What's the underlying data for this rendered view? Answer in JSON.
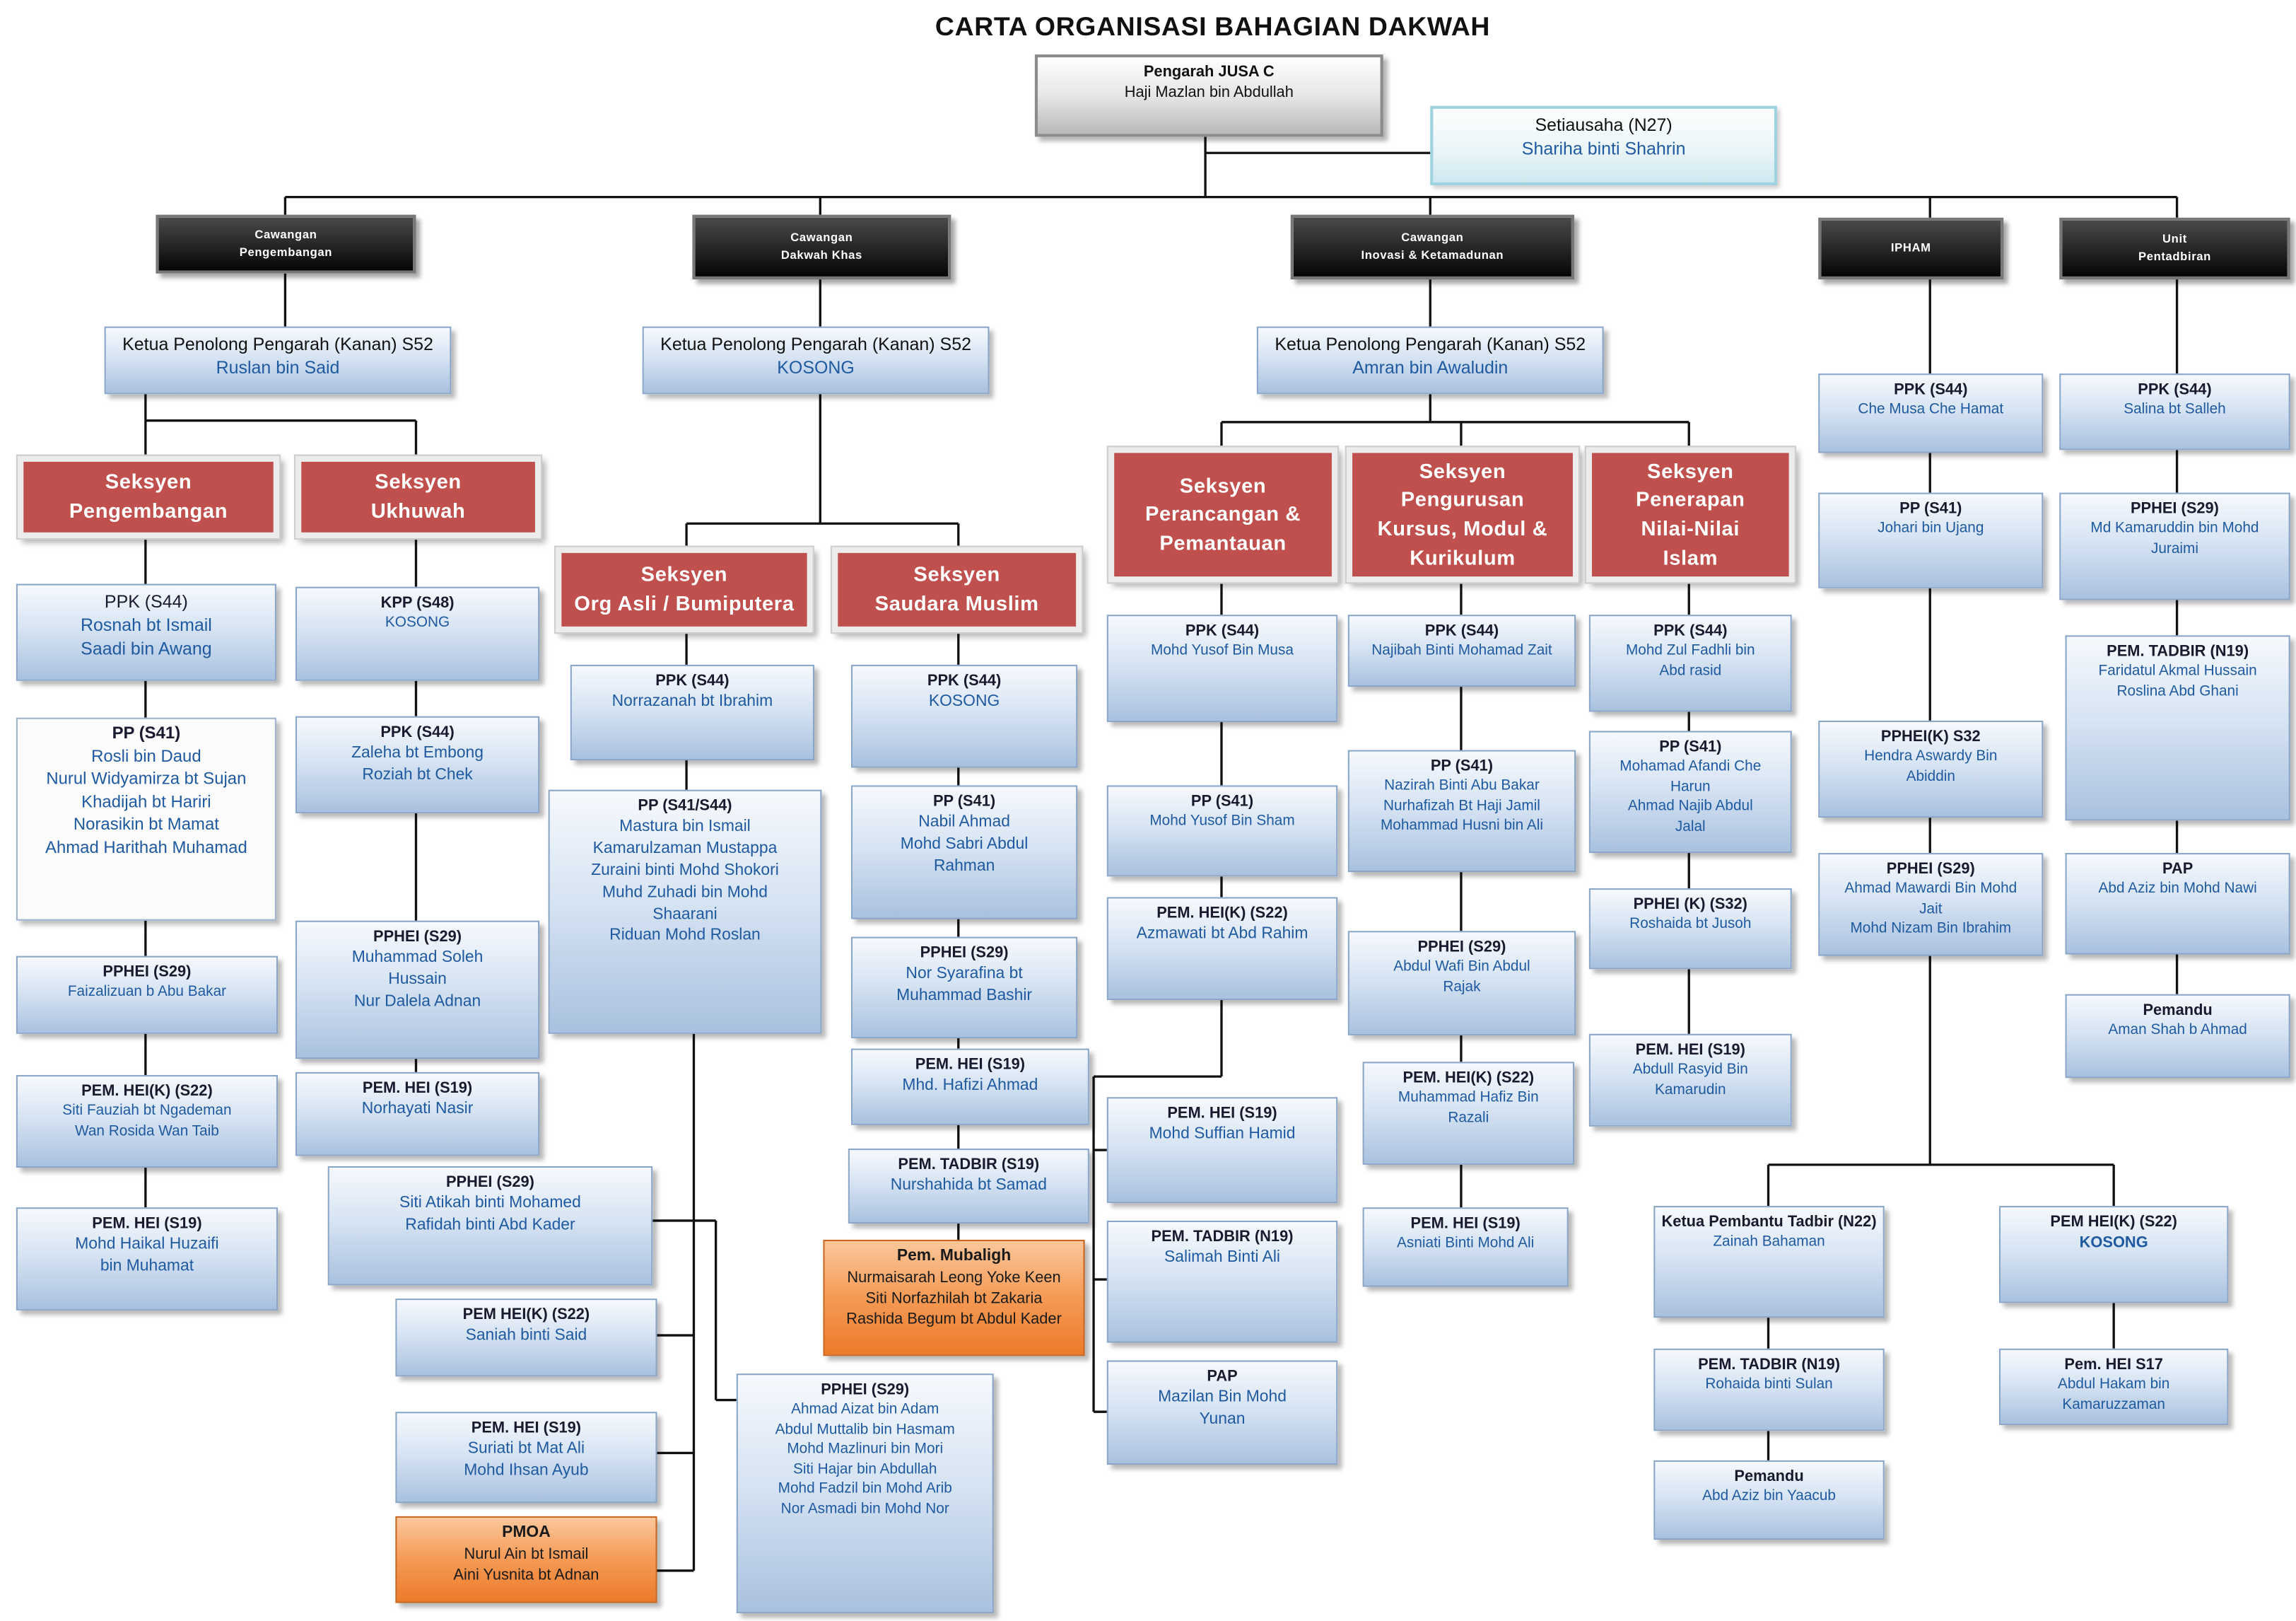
{
  "title": "CARTA ORGANISASI BAHAGIAN DAKWAH",
  "boxes": {
    "pengarah": {
      "title": "Pengarah JUSA C",
      "lines": [
        "Haji Mazlan bin Abdullah"
      ]
    },
    "setiausaha": {
      "title": "Setiausaha (N27)",
      "lines": [
        "Shariha  binti  Shahrin"
      ]
    },
    "cw_pengembangan": {
      "lines": [
        "Cawangan",
        "Pengembangan"
      ]
    },
    "cw_dakwah_khas": {
      "lines": [
        "Cawangan",
        "Dakwah Khas"
      ]
    },
    "cw_inovasi": {
      "lines": [
        "Cawangan",
        "Inovasi & Ketamadunan"
      ]
    },
    "ipham": {
      "lines": [
        "IPHAM"
      ]
    },
    "unit_pentadbiran": {
      "lines": [
        "Unit",
        "Pentadbiran"
      ]
    },
    "kpp_1": {
      "title": "Ketua Penolong Pengarah (Kanan) S52",
      "lines": [
        "Ruslan bin Said"
      ]
    },
    "kpp_2": {
      "title": "Ketua Penolong Pengarah (Kanan) S52",
      "lines": [
        "KOSONG"
      ]
    },
    "kpp_3": {
      "title": "Ketua Penolong Pengarah (Kanan) S52",
      "lines": [
        "Amran  bin Awaludin"
      ]
    },
    "sek_pengembangan": {
      "lines": [
        "Seksyen",
        "Pengembangan"
      ]
    },
    "sek_ukhuwah": {
      "lines": [
        "Seksyen",
        "Ukhuwah"
      ]
    },
    "sek_org_asli": {
      "lines": [
        "Seksyen",
        "Org Asli / Bumiputera"
      ]
    },
    "sek_saudara": {
      "lines": [
        "Seksyen",
        "Saudara Muslim"
      ]
    },
    "sek_perancangan": {
      "lines": [
        "Seksyen",
        "Perancangan &",
        "Pemantauan"
      ]
    },
    "sek_pengurusan": {
      "lines": [
        "Seksyen",
        "Pengurusan",
        "Kursus, Modul &",
        "Kurikulum"
      ]
    },
    "sek_penerapan": {
      "lines": [
        "Seksyen",
        "Penerapan",
        "Nilai-Nilai",
        "Islam"
      ]
    },
    "p1_ppk": {
      "title": "PPK (S44)",
      "lines": [
        "Rosnah  bt Ismail",
        "Saadi bin Awang"
      ]
    },
    "p1_pp": {
      "title": "PP (S41)",
      "lines": [
        "Rosli bin Daud",
        "Nurul  Widyamirza  bt Sujan",
        "Khadijah bt Hariri",
        "Norasikin bt Mamat",
        "Ahmad Harithah  Muhamad"
      ]
    },
    "p1_pphei": {
      "title": "PPHEI (S29)",
      "lines": [
        "Faizalizuan b Abu Bakar"
      ]
    },
    "p1_pemheik": {
      "title": "PEM. HEI(K) (S22)",
      "lines": [
        "Siti Fauziah bt Ngademan",
        "Wan Rosida Wan Taib"
      ]
    },
    "p1_pemhei": {
      "title": "PEM. HEI (S19)",
      "lines": [
        "Mohd  Haikal  Huzaifi",
        "bin Muhamat"
      ]
    },
    "u_kpp": {
      "title": "KPP (S48)",
      "lines": [
        "KOSONG"
      ]
    },
    "u_ppk": {
      "title": "PPK (S44)",
      "lines": [
        "Zaleha bt Embong",
        "Roziah  bt Chek"
      ]
    },
    "u_pphei": {
      "title": "PPHEI (S29)",
      "lines": [
        "Muhammad  Soleh",
        "Hussain",
        "Nur Dalela  Adnan"
      ]
    },
    "u_pemhei": {
      "title": "PEM. HEI (S19)",
      "lines": [
        "Norhayati  Nasir"
      ]
    },
    "dk_pphei": {
      "title": "PPHEI (S29)",
      "lines": [
        "Siti Atikah binti Mohamed",
        "Rafidah  binti Abd Kader"
      ]
    },
    "dk_pemheik": {
      "title": "PEM HEI(K)  (S22)",
      "lines": [
        "Saniah binti Said"
      ]
    },
    "dk_pemhei": {
      "title": "PEM. HEI (S19)",
      "lines": [
        "Suriati  bt Mat  Ali",
        "Mohd  Ihsan  Ayub"
      ]
    },
    "dk_pmoa": {
      "title": "PMOA",
      "lines": [
        "Nurul Ain bt Ismail",
        "Aini Yusnita bt Adnan"
      ]
    },
    "oa_ppk": {
      "title": "PPK (S44)",
      "lines": [
        "Norrazanah  bt Ibrahim"
      ]
    },
    "oa_pp": {
      "title": "PP (S41/S44)",
      "lines": [
        "Mastura  bin Ismail",
        "Kamarulzaman  Mustappa",
        "Zuraini binti Mohd Shokori",
        "Muhd Zuhadi bin Mohd",
        "Shaarani",
        "Riduan Mohd  Roslan"
      ]
    },
    "oa_pphei": {
      "title": "PPHEI (S29)",
      "lines": [
        "Ahmad Aizat bin Adam",
        "Abdul Muttalib bin Hasmam",
        "Mohd Mazlinuri bin Mori",
        "Siti Hajar bin Abdullah",
        "Mohd Fadzil bin Mohd Arib",
        "Nor Asmadi bin Mohd Nor"
      ]
    },
    "sm_ppk": {
      "title": "PPK (S44)",
      "lines": [
        "KOSONG"
      ]
    },
    "sm_pp": {
      "title": "PP (S41)",
      "lines": [
        "Nabil  Ahmad",
        "Mohd  Sabri  Abdul",
        "Rahman"
      ]
    },
    "sm_pphei": {
      "title": "PPHEI (S29)",
      "lines": [
        "Nor Syarafina  bt",
        "Muhammad  Bashir"
      ]
    },
    "sm_pemhei": {
      "title": "PEM. HEI (S19)",
      "lines": [
        "Mhd.  Hafizi Ahmad"
      ]
    },
    "sm_pemtadbir": {
      "title": "PEM. TADBIR (S19)",
      "lines": [
        "Nurshahida  bt Samad"
      ]
    },
    "sm_mubaligh": {
      "title": "Pem. Mubaligh",
      "lines": [
        "Nurmaisarah Leong Yoke Keen",
        "Siti Norfazhilah bt Zakaria",
        "Rashida Begum bt Abdul Kader"
      ]
    },
    "pp_ppk": {
      "title": "PPK (S44)",
      "lines": [
        "Mohd Yusof Bin Musa"
      ]
    },
    "pp_pp": {
      "title": "PP (S41)",
      "lines": [
        "Mohd Yusof Bin Sham"
      ]
    },
    "pp_pemheik": {
      "title": "PEM. HEI(K)  (S22)",
      "lines": [
        "Azmawati bt Abd Rahim"
      ]
    },
    "pp_pemhei": {
      "title": "PEM. HEI (S19)",
      "lines": [
        "Mohd  Suffian Hamid"
      ]
    },
    "pp_pemtadbir": {
      "title": "PEM. TADBIR (N19)",
      "lines": [
        "Salimah Binti Ali"
      ]
    },
    "pp_pap": {
      "title": "PAP",
      "lines": [
        "Mazilan Bin Mohd",
        "Yunan"
      ]
    },
    "km_ppk": {
      "title": "PPK (S44)",
      "lines": [
        "Najibah Binti Mohamad Zait"
      ]
    },
    "km_pp": {
      "title": "PP (S41)",
      "lines": [
        "Nazirah Binti Abu Bakar",
        "Nurhafizah Bt Haji Jamil",
        "Mohammad Husni bin Ali"
      ]
    },
    "km_pphei": {
      "title": "PPHEI (S29)",
      "lines": [
        "Abdul Wafi Bin Abdul",
        "Rajak"
      ]
    },
    "km_pemheik": {
      "title": "PEM. HEI(K)  (S22)",
      "lines": [
        "Muhammad Hafiz Bin",
        "Razali"
      ]
    },
    "km_pemhei": {
      "title": "PEM. HEI (S19)",
      "lines": [
        "Asniati Binti Mohd Ali"
      ]
    },
    "ni_ppk": {
      "title": "PPK (S44)",
      "lines": [
        "Mohd Zul Fadhli bin",
        "Abd rasid"
      ]
    },
    "ni_pp": {
      "title": "PP (S41)",
      "lines": [
        "Mohamad Afandi Che",
        "Harun",
        "Ahmad Najib Abdul",
        "Jalal"
      ]
    },
    "ni_ppheik": {
      "title": "PPHEI (K) (S32)",
      "lines": [
        "Roshaida bt Jusoh"
      ]
    },
    "ni_pemhei": {
      "title": "PEM. HEI (S19)",
      "lines": [
        "Abdull Rasyid Bin",
        "Kamarudin"
      ]
    },
    "ip_ppk": {
      "title": "PPK (S44)",
      "lines": [
        "Che Musa Che Hamat"
      ]
    },
    "ip_pp": {
      "title": "PP (S41)",
      "lines": [
        "Johari bin Ujang"
      ]
    },
    "ip_ppheik": {
      "title": "PPHEI(K)  S32",
      "lines": [
        "Hendra Aswardy Bin",
        "Abiddin"
      ]
    },
    "ip_pphei": {
      "title": "PPHEI (S29)",
      "lines": [
        "Ahmad Mawardi Bin Mohd",
        "Jait",
        "Mohd Nizam Bin Ibrahim"
      ]
    },
    "ip_ketua": {
      "title": "Ketua Pembantu Tadbir (N22)",
      "lines": [
        "Zainah Bahaman"
      ]
    },
    "ip_pemtadbir": {
      "title": "PEM. TADBIR (N19)",
      "lines": [
        "Rohaida binti Sulan"
      ]
    },
    "ip_pemandu": {
      "title": "Pemandu",
      "lines": [
        "Abd Aziz bin Yaacub"
      ]
    },
    "ip_pemheik": {
      "title": "PEM HEI(K) (S22)",
      "lines": [
        "",
        "KOSONG"
      ]
    },
    "ip_pemhei": {
      "title": "Pem. HEI S17",
      "lines": [
        "Abdul Hakam bin Kamaruzzaman"
      ]
    },
    "up_ppk": {
      "title": "PPK (S44)",
      "lines": [
        "Salina bt Salleh"
      ]
    },
    "up_pphei": {
      "title": "PPHEI (S29)",
      "lines": [
        "Md Kamaruddin bin Mohd",
        "Juraimi"
      ]
    },
    "up_pemtadbir": {
      "title": "PEM. TADBIR (N19)",
      "lines": [
        "Faridatul Akmal Hussain",
        "Roslina Abd Ghani"
      ]
    },
    "up_pap": {
      "title": "PAP",
      "lines": [
        "Abd Aziz bin Mohd Nawi"
      ]
    },
    "up_pemandu": {
      "title": "Pemandu",
      "lines": [
        "Aman Shah b Ahmad"
      ]
    }
  }
}
